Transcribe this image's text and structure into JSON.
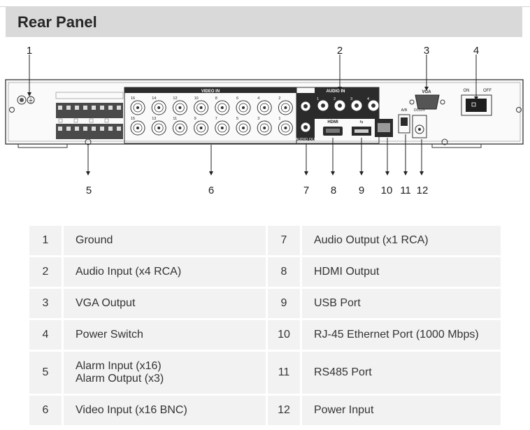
{
  "header": {
    "title": "Rear Panel"
  },
  "callouts": [
    "1",
    "2",
    "3",
    "4",
    "5",
    "6",
    "7",
    "8",
    "9",
    "10",
    "11",
    "12"
  ],
  "panel_labels": {
    "video_in": "VIDEO IN",
    "audio_in": "AUDIO IN",
    "audio_out": "AUDIO OUT",
    "vga": "VGA",
    "on": "ON",
    "off": "OFF",
    "hdmi": "HDMI",
    "ab": "A/B",
    "dc": "DC12V"
  },
  "ports": {
    "video_top": [
      "16",
      "14",
      "12",
      "10",
      "8",
      "6",
      "4",
      "2"
    ],
    "video_bottom": [
      "15",
      "13",
      "11",
      "9",
      "7",
      "5",
      "3",
      "1"
    ],
    "audio_in": [
      "1",
      "2",
      "3",
      "4"
    ]
  },
  "spec_table": {
    "rows": [
      {
        "n1": "1",
        "d1": "Ground",
        "n2": "7",
        "d2": "Audio Output (x1 RCA)"
      },
      {
        "n1": "2",
        "d1": "Audio Input (x4 RCA)",
        "n2": "8",
        "d2": "HDMI Output"
      },
      {
        "n1": "3",
        "d1": "VGA Output",
        "n2": "9",
        "d2": "USB Port"
      },
      {
        "n1": "4",
        "d1": "Power Switch",
        "n2": "10",
        "d2": "RJ-45 Ethernet Port (1000 Mbps)"
      },
      {
        "n1": "5",
        "d1": "Alarm Input (x16)",
        "d1b": "Alarm Output (x3)",
        "n2": "11",
        "d2": "RS485 Port"
      },
      {
        "n1": "6",
        "d1": "Video Input (x16 BNC)",
        "n2": "12",
        "d2": "Power Input"
      }
    ]
  }
}
